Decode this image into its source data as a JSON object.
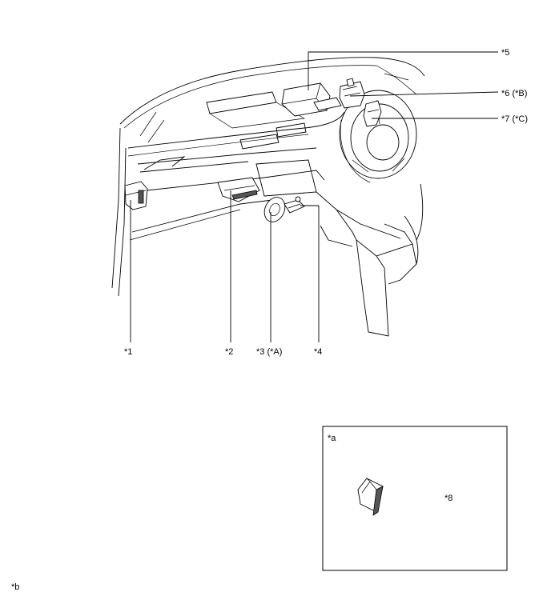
{
  "callouts": {
    "c1": "*1",
    "c2": "*2",
    "c3": "*3 (*A)",
    "c4": "*4",
    "c5": "*5",
    "c6": "*6 (*B)",
    "c7": "*7 (*C)",
    "c8": "*8"
  },
  "inset": {
    "title": "*a"
  },
  "footer": {
    "note": "*b"
  }
}
